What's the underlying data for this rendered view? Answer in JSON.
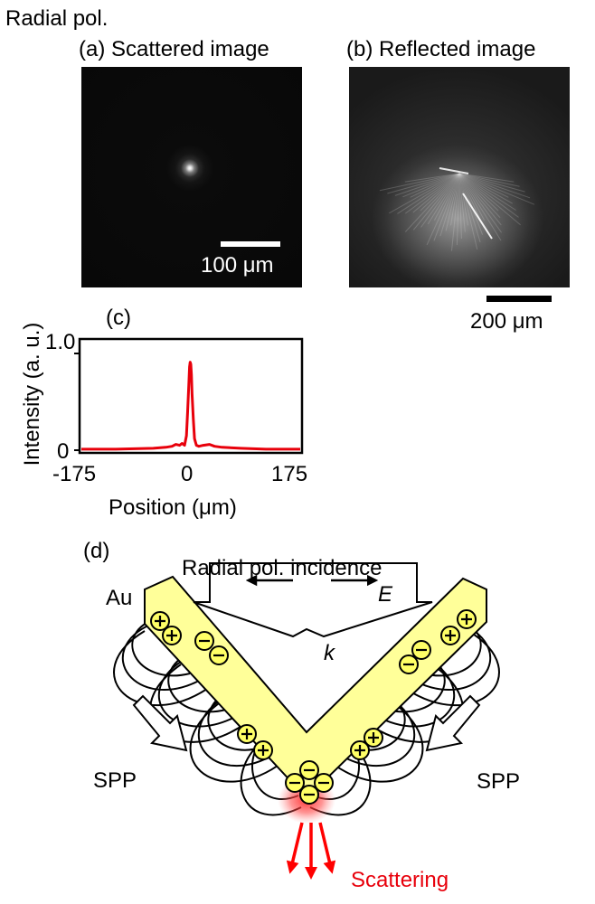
{
  "figure": {
    "header": "Radial pol.",
    "panel_a": {
      "label": "(a) Scattered image",
      "scalebar": "100 μm"
    },
    "panel_b": {
      "label": "(b) Reflected image",
      "scalebar": "200 μm"
    },
    "panel_c": {
      "label": "(c)"
    },
    "panel_d": {
      "label": "(d)",
      "incidence": "Radial pol. incidence",
      "material": "Au",
      "field": "E",
      "wavevector": "k",
      "spp_left": "SPP",
      "spp_right": "SPP",
      "scattering": "Scattering"
    }
  },
  "colors": {
    "curve": "#e8000b",
    "gold": "#ffff99",
    "scatter_glow": "#ff2a2a",
    "image_bg": "#0b0b0b"
  },
  "chart_data": {
    "type": "line",
    "title": "",
    "xlabel": "Position (μm)",
    "ylabel": "Intensity (a. u.)",
    "xlim": [
      -175,
      175
    ],
    "ylim": [
      0,
      1.0
    ],
    "xticks": [
      "-175",
      "0",
      "175"
    ],
    "yticks": [
      "0",
      "1.0"
    ],
    "grid": false,
    "series": [
      {
        "x": [
          -175,
          -120,
          -60,
          -40,
          -30,
          -24,
          -18,
          -14,
          -10,
          -7,
          -5,
          -3,
          -2,
          -1,
          0,
          1,
          2,
          4,
          6,
          9,
          13,
          20,
          30,
          38,
          50,
          80,
          120,
          175
        ],
        "y": [
          0.01,
          0.01,
          0.02,
          0.03,
          0.04,
          0.06,
          0.05,
          0.07,
          0.05,
          0.15,
          0.4,
          0.7,
          0.86,
          0.91,
          0.89,
          0.78,
          0.58,
          0.32,
          0.12,
          0.05,
          0.04,
          0.05,
          0.06,
          0.04,
          0.03,
          0.02,
          0.01,
          0.01
        ]
      }
    ]
  }
}
